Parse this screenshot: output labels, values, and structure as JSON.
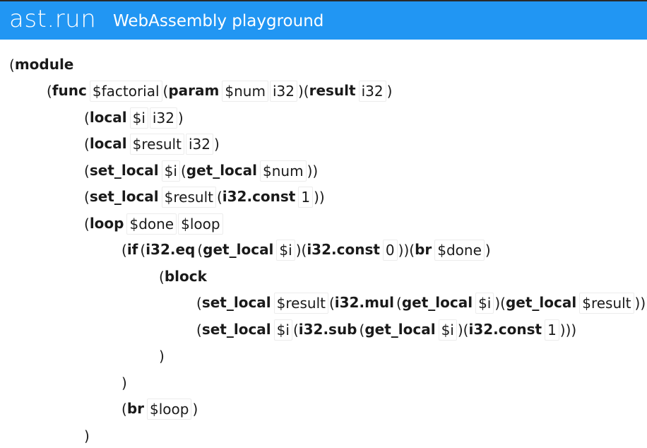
{
  "header": {
    "brand": "ast.run",
    "subtitle": "WebAssembly playground"
  },
  "code": [
    {
      "indent": 0,
      "tokens": [
        [
          "p",
          "("
        ],
        [
          "kw",
          "module"
        ]
      ]
    },
    {
      "indent": 1,
      "tokens": [
        [
          "p",
          "("
        ],
        [
          "kw",
          "func"
        ],
        [
          "w",
          "$factorial"
        ],
        [
          "p",
          "("
        ],
        [
          "kw",
          "param"
        ],
        [
          "w",
          "$num"
        ],
        [
          "w",
          "i32"
        ],
        [
          "p",
          ")"
        ],
        [
          "p",
          "("
        ],
        [
          "kw",
          "result"
        ],
        [
          "w",
          "i32"
        ],
        [
          "p",
          ")"
        ]
      ]
    },
    {
      "indent": 2,
      "tokens": [
        [
          "p",
          "("
        ],
        [
          "kw",
          "local"
        ],
        [
          "w",
          "$i"
        ],
        [
          "w",
          "i32"
        ],
        [
          "p",
          ")"
        ]
      ]
    },
    {
      "indent": 2,
      "tokens": [
        [
          "p",
          "("
        ],
        [
          "kw",
          "local"
        ],
        [
          "w",
          "$result"
        ],
        [
          "w",
          "i32"
        ],
        [
          "p",
          ")"
        ]
      ]
    },
    {
      "indent": 2,
      "tokens": [
        [
          "p",
          "("
        ],
        [
          "kw",
          "set_local"
        ],
        [
          "w",
          "$i"
        ],
        [
          "p",
          "("
        ],
        [
          "kw",
          "get_local"
        ],
        [
          "w",
          "$num"
        ],
        [
          "p",
          "))"
        ]
      ]
    },
    {
      "indent": 2,
      "tokens": [
        [
          "p",
          "("
        ],
        [
          "kw",
          "set_local"
        ],
        [
          "w",
          "$result"
        ],
        [
          "p",
          "("
        ],
        [
          "kw",
          "i32.const"
        ],
        [
          "w",
          "1"
        ],
        [
          "p",
          "))"
        ]
      ]
    },
    {
      "indent": 2,
      "tokens": [
        [
          "p",
          "("
        ],
        [
          "kw",
          "loop"
        ],
        [
          "w",
          "$done"
        ],
        [
          "w",
          "$loop"
        ]
      ]
    },
    {
      "indent": 3,
      "tokens": [
        [
          "p",
          "("
        ],
        [
          "kw",
          "if"
        ],
        [
          "p",
          "("
        ],
        [
          "kw",
          "i32.eq"
        ],
        [
          "p",
          "("
        ],
        [
          "kw",
          "get_local"
        ],
        [
          "w",
          "$i"
        ],
        [
          "p",
          ")"
        ],
        [
          "p",
          "("
        ],
        [
          "kw",
          "i32.const"
        ],
        [
          "w",
          "0"
        ],
        [
          "p",
          "))"
        ],
        [
          "p",
          "("
        ],
        [
          "kw",
          "br"
        ],
        [
          "w",
          "$done"
        ],
        [
          "p",
          ")"
        ]
      ]
    },
    {
      "indent": 4,
      "tokens": [
        [
          "p",
          "("
        ],
        [
          "kw",
          "block"
        ]
      ]
    },
    {
      "indent": 5,
      "tokens": [
        [
          "p",
          "("
        ],
        [
          "kw",
          "set_local"
        ],
        [
          "w",
          "$result"
        ],
        [
          "p",
          "("
        ],
        [
          "kw",
          "i32.mul"
        ],
        [
          "p",
          "("
        ],
        [
          "kw",
          "get_local"
        ],
        [
          "w",
          "$i"
        ],
        [
          "p",
          ")"
        ],
        [
          "p",
          "("
        ],
        [
          "kw",
          "get_local"
        ],
        [
          "w",
          "$result"
        ],
        [
          "p",
          ")))"
        ]
      ]
    },
    {
      "indent": 5,
      "tokens": [
        [
          "p",
          "("
        ],
        [
          "kw",
          "set_local"
        ],
        [
          "w",
          "$i"
        ],
        [
          "p",
          "("
        ],
        [
          "kw",
          "i32.sub"
        ],
        [
          "p",
          "("
        ],
        [
          "kw",
          "get_local"
        ],
        [
          "w",
          "$i"
        ],
        [
          "p",
          ")"
        ],
        [
          "p",
          "("
        ],
        [
          "kw",
          "i32.const"
        ],
        [
          "w",
          "1"
        ],
        [
          "p",
          ")))"
        ]
      ]
    },
    {
      "indent": 4,
      "tokens": [
        [
          "p",
          ")"
        ]
      ]
    },
    {
      "indent": 3,
      "tokens": [
        [
          "p",
          ")"
        ]
      ]
    },
    {
      "indent": 3,
      "tokens": [
        [
          "p",
          "("
        ],
        [
          "kw",
          "br"
        ],
        [
          "w",
          "$loop"
        ],
        [
          "p",
          ")"
        ]
      ]
    },
    {
      "indent": 2,
      "tokens": [
        [
          "p",
          ")"
        ]
      ]
    }
  ]
}
